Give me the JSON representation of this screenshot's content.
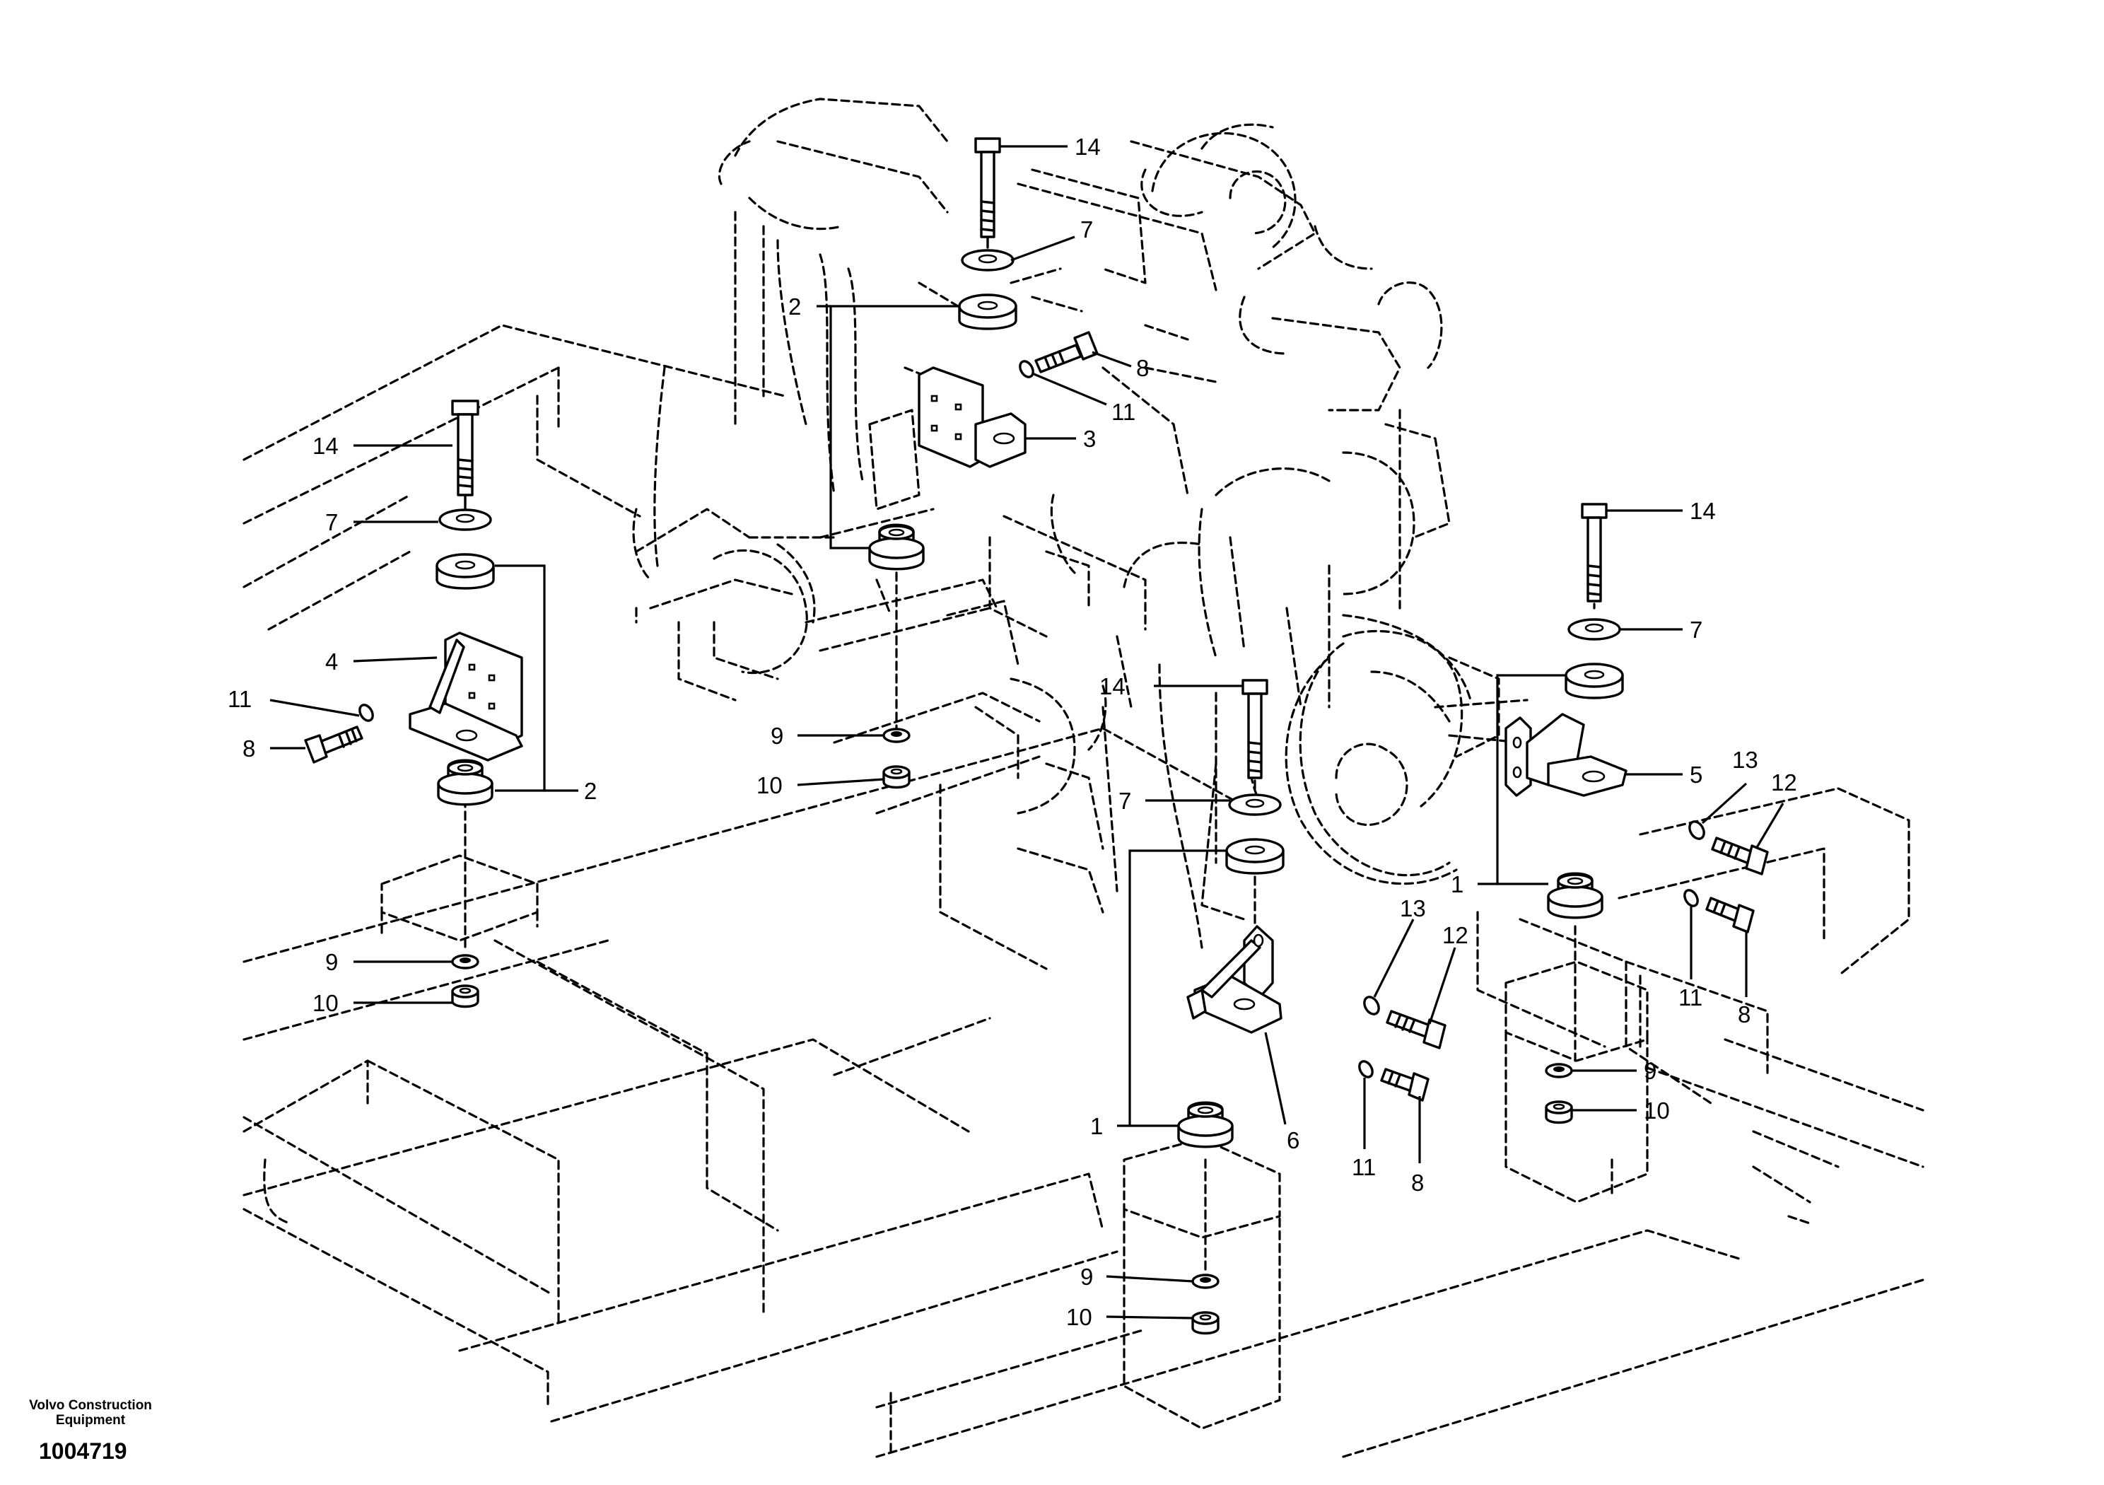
{
  "drawing": {
    "brand_line1": "Volvo Construction",
    "brand_line2": "Equipment",
    "number": "1004719"
  },
  "callouts": {
    "p1": "1",
    "p2": "2",
    "p3": "3",
    "p4": "4",
    "p5": "5",
    "p6": "6",
    "p7": "7",
    "p8": "8",
    "p9": "9",
    "p10": "10",
    "p11": "11",
    "p12": "12",
    "p13": "13",
    "p14": "14"
  }
}
